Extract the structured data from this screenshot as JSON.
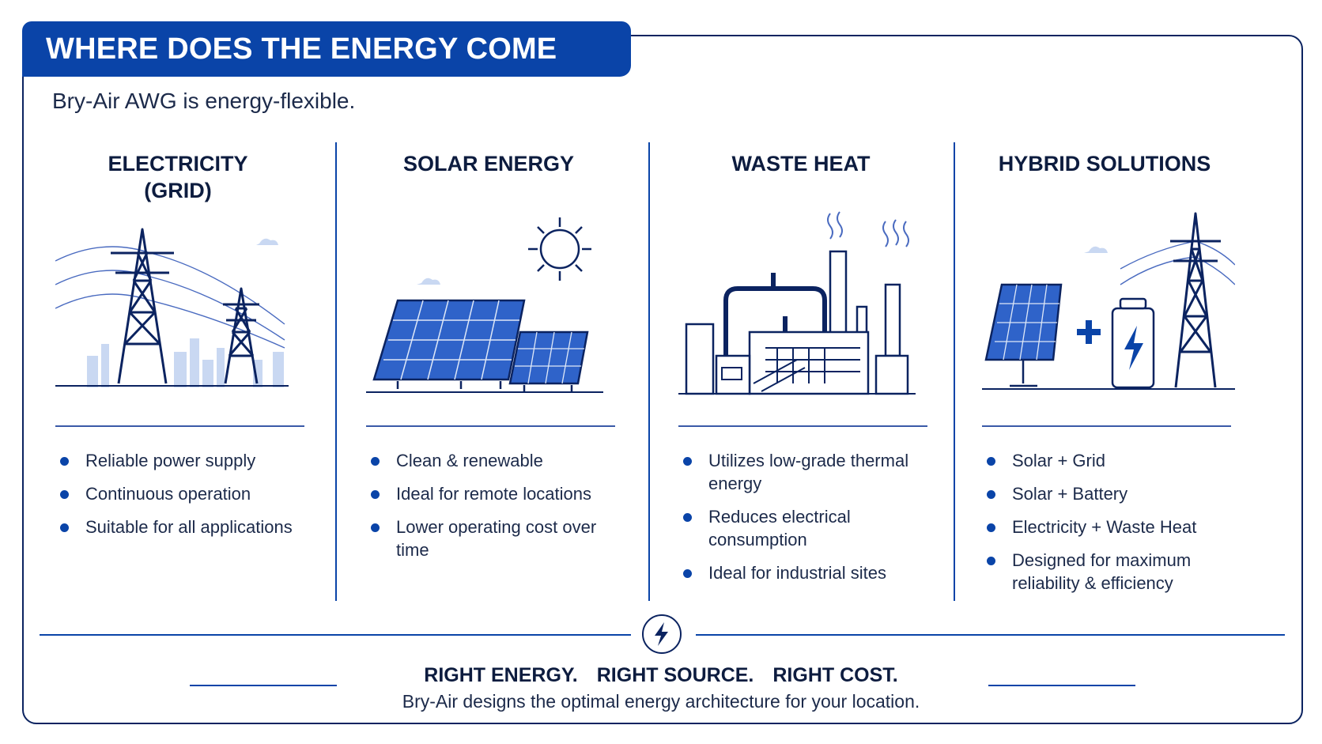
{
  "header": {
    "title": "WHERE DOES THE ENERGY COME FROM?",
    "subtitle": "Bry-Air AWG is energy-flexible."
  },
  "columns": [
    {
      "title_line1": "ELECTRICITY",
      "title_line2": "(GRID)",
      "icon": "transmission-tower-icon",
      "bullets": [
        "Reliable power supply",
        "Continuous operation",
        "Suitable for all applications"
      ]
    },
    {
      "title_line1": "SOLAR ENERGY",
      "icon": "solar-panel-icon",
      "bullets": [
        "Clean & renewable",
        "Ideal for remote locations",
        "Lower operating cost over time"
      ]
    },
    {
      "title_line1": "WASTE HEAT",
      "icon": "factory-icon",
      "bullets": [
        "Utilizes low-grade thermal energy",
        "Reduces electrical consumption",
        "Ideal for industrial sites"
      ]
    },
    {
      "title_line1": "HYBRID SOLUTIONS",
      "icon": "hybrid-energy-icon",
      "bullets": [
        "Solar + Grid",
        "Solar + Battery",
        "Electricity + Waste Heat",
        "Designed for maximum reliability & efficiency"
      ]
    }
  ],
  "footer": {
    "tagline": [
      "RIGHT ENERGY.",
      "RIGHT SOURCE.",
      "RIGHT COST."
    ],
    "note": "Bry-Air designs the optimal energy architecture for your location."
  },
  "colors": {
    "primary": "#0a44a8",
    "dark": "#0b2360",
    "light": "#c9d8f2"
  }
}
